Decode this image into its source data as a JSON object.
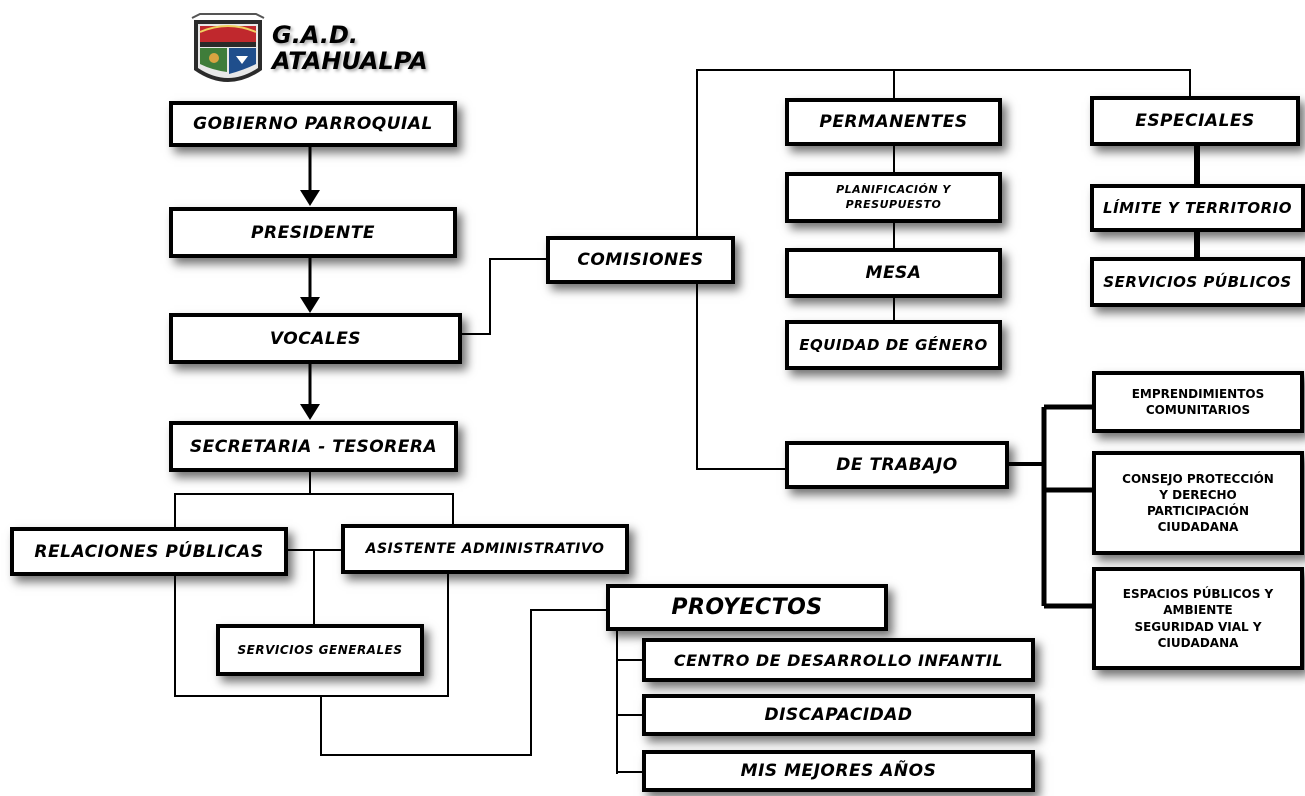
{
  "header": {
    "line1": "G.A.D.",
    "line2": "ATAHUALPA"
  },
  "nodes": {
    "gobierno": "GOBIERNO PARROQUIAL",
    "presidente": "PRESIDENTE",
    "vocales": "VOCALES",
    "secretaria": "SECRETARIA - TESORERA",
    "relaciones": "RELACIONES PÚBLICAS",
    "asistente": "ASISTENTE ADMINISTRATIVO",
    "servicios_generales": "SERVICIOS GENERALES",
    "comisiones": "COMISIONES",
    "permanentes": "PERMANENTES",
    "especiales": "ESPECIALES",
    "planificacion": "PLANIFICACIÓN Y\nPRESUPUESTO",
    "mesa": "MESA",
    "equidad": "EQUIDAD DE GÉNERO",
    "limite": "LÍMITE Y TERRITORIO",
    "servicios_publicos": "SERVICIOS PÚBLICOS",
    "de_trabajo": "DE TRABAJO",
    "emprendimientos": "EMPRENDIMIENTOS\nCOMUNITARIOS",
    "consejo": "CONSEJO PROTECCIÓN\nY DERECHO\nPARTICIPACIÓN\nCIUDADANA",
    "espacios": "ESPACIOS PÚBLICOS Y\nAMBIENTE\nSEGURIDAD VIAL  Y\nCIUDADANA",
    "proyectos": "PROYECTOS",
    "centro": "CENTRO DE DESARROLLO INFANTIL",
    "discapacidad": "DISCAPACIDAD",
    "mis_mejores": "MIS MEJORES AÑOS"
  },
  "colors": {
    "line": "#000000",
    "box_border": "#000000",
    "box_fill": "#ffffff",
    "logo_red": "#c0282d",
    "logo_blue": "#1f4e8c",
    "logo_green": "#3f7d3a"
  }
}
